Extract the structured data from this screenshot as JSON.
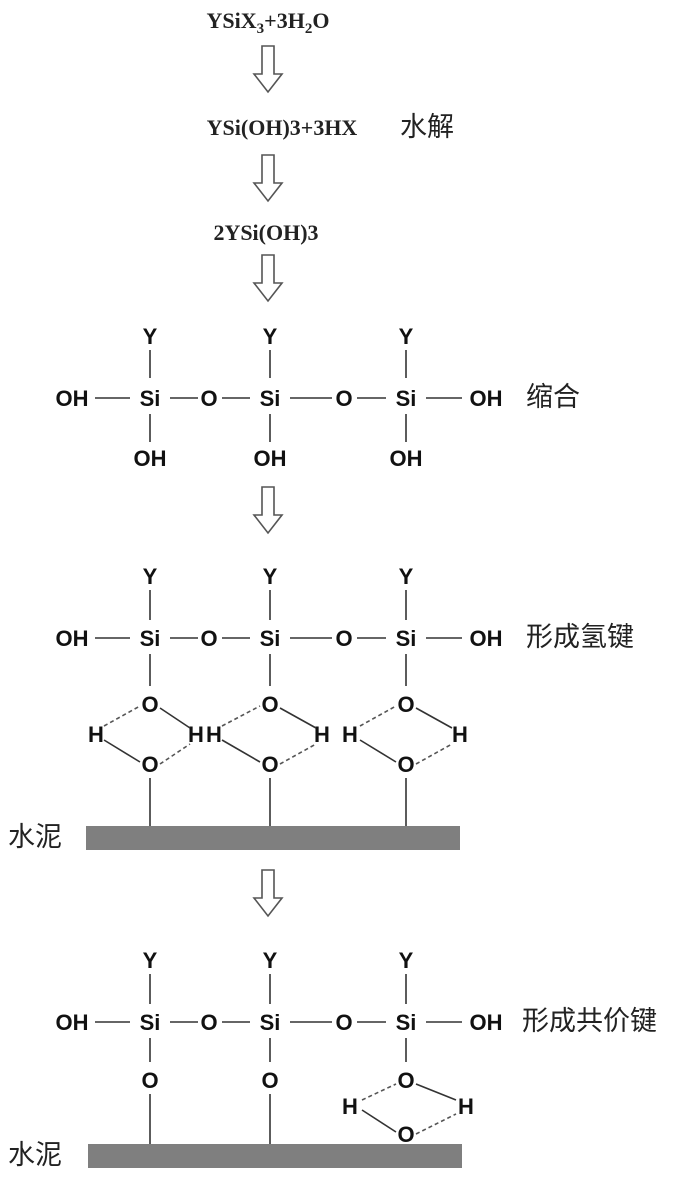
{
  "equations": {
    "eq1": {
      "main": "YSiX",
      "sub": "3",
      "mid": "+3H",
      "sub2": "2",
      "end": "O"
    },
    "eq2": "YSi(OH)3+3HX",
    "eq3": "2YSi(OH)3"
  },
  "labels": {
    "hydrolysis": "水解",
    "condensation": "缩合",
    "hydrogen_bond": "形成氢键",
    "covalent_bond": "形成共价键",
    "cement": "水泥"
  },
  "atoms": {
    "Y": "Y",
    "Si": "Si",
    "O": "O",
    "OH": "OH",
    "H": "H"
  },
  "colors": {
    "cement": "#7f7f7f",
    "arrow": "#555555"
  }
}
